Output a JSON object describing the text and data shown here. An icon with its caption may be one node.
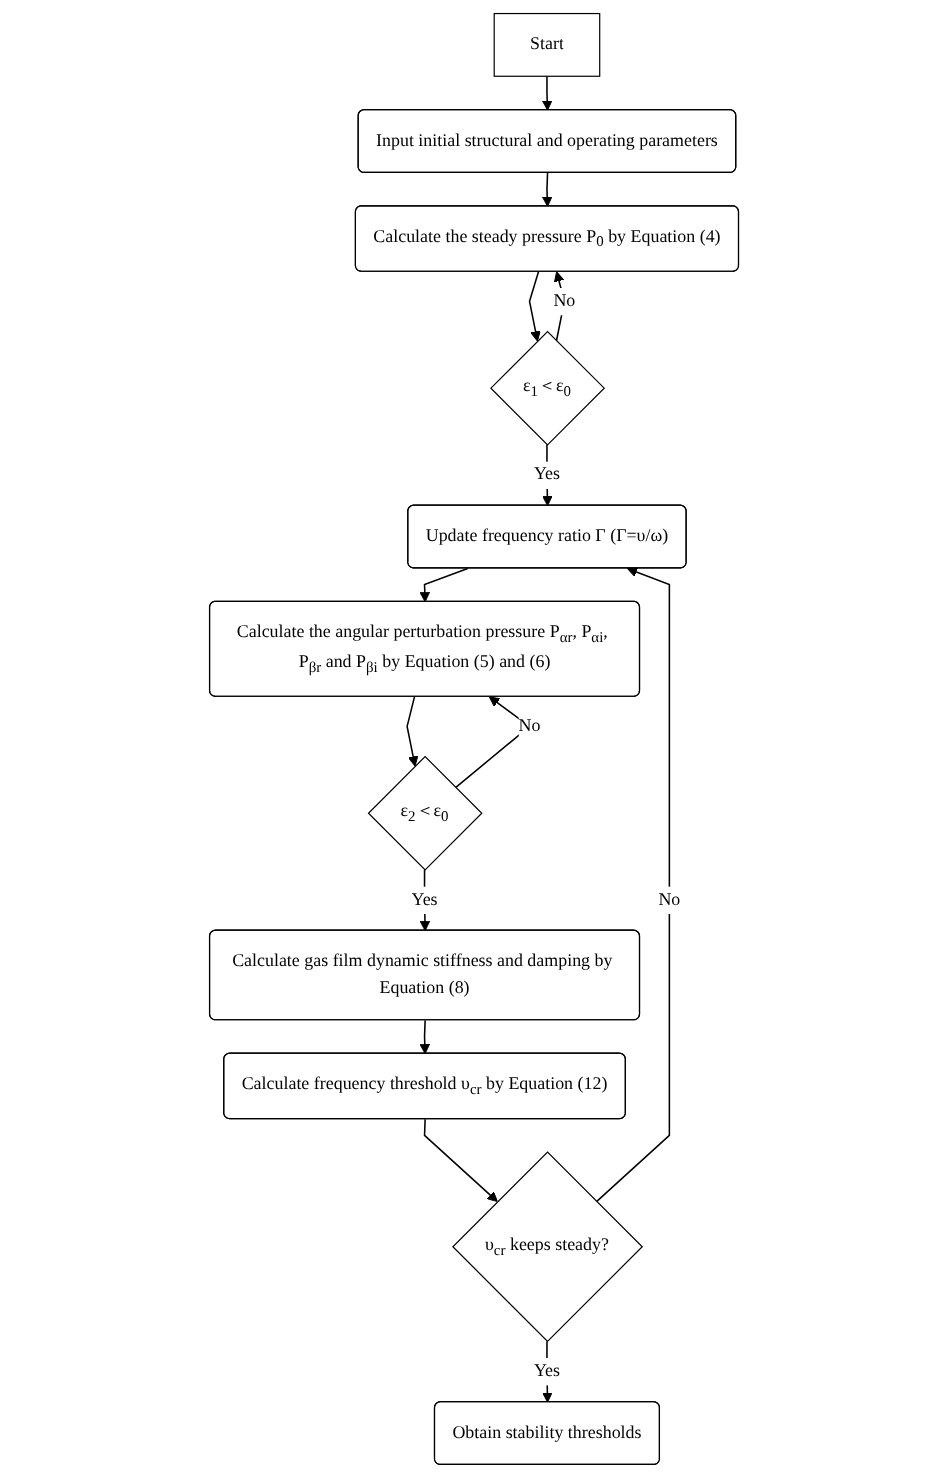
{
  "diagram": {
    "nodes": [
      {
        "text": [
          "Start"
        ]
      },
      {
        "text": [
          "Input initial structural and operating parameters"
        ]
      },
      {
        "text": [
          "Calculate the steady pressure P$_{0}$ by Equation (4)"
        ]
      },
      {
        "text": [
          "ε$_{1}$＜ε$_{0}$"
        ]
      },
      {
        "text": [
          "Update frequency ratio Γ (Γ=υ/ω)"
        ]
      },
      {
        "text": [
          "Calculate the angular perturbation pressure P$_{αr}$, P$_{αi}$, P$_{βr}$ and P$_{βi}$ by Equation (5) and (6)"
        ]
      },
      {
        "text": [
          "ε$_{2}$＜ε$_{0}$"
        ]
      },
      {
        "text": [
          "Calculate gas film dynamic stiffness and damping by Equation (8)"
        ]
      },
      {
        "text": [
          "Calculate frequency threshold υ$_{cr}$ by Equation (12)"
        ]
      },
      {
        "text": [
          "υ$_{cr}$ keeps steady?"
        ]
      },
      {
        "text": [
          "Obtain stability thresholds"
        ]
      }
    ],
    "edges": [
      {
        "from": 0,
        "to": 1,
        "arrow": "to"
      },
      {
        "from": 1,
        "to": 2,
        "arrow": "to"
      },
      {
        "from": 2,
        "to": 3,
        "arrow": "to"
      },
      {
        "from": 3,
        "to": 4,
        "arrow": "to",
        "label": "Yes"
      },
      {
        "from": 3,
        "to": 2,
        "arrow": "to",
        "label": "No"
      },
      {
        "from": 4,
        "to": 5,
        "arrow": "to"
      },
      {
        "from": 5,
        "to": 6,
        "arrow": "to"
      },
      {
        "from": 6,
        "to": 7,
        "arrow": "to",
        "label": "Yes"
      },
      {
        "from": 6,
        "to": 5,
        "arrow": "to",
        "label": "No"
      },
      {
        "from": 7,
        "to": 8,
        "arrow": "to"
      },
      {
        "from": 8,
        "to": 9,
        "arrow": "to"
      },
      {
        "from": 9,
        "to": 10,
        "arrow": "to",
        "label": "Yes"
      },
      {
        "from": 9,
        "to": 4,
        "arrow": "to",
        "label": "No"
      }
    ]
  }
}
